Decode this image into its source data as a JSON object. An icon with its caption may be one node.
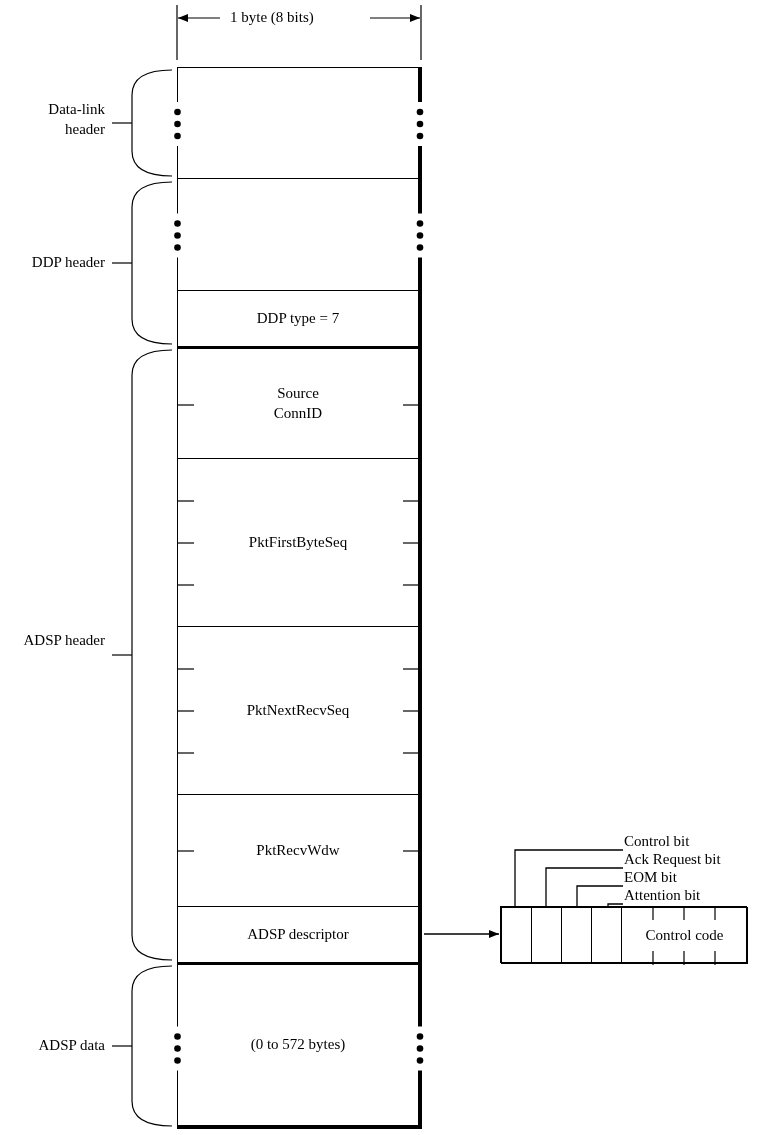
{
  "diagram": {
    "nodes": [
      {
        "text": [],
        "shape": "box"
      },
      {
        "text": [],
        "shape": "box"
      },
      {
        "text": [
          "DDP type = 7"
        ]
      },
      {
        "text": [
          "Source ConnID"
        ]
      },
      {
        "text": [
          "PktFirstByteSeq"
        ]
      },
      {
        "text": [
          "PktNextRecvSeq"
        ]
      },
      {
        "text": [
          "PktRecvWdw"
        ]
      },
      {
        "text": [
          "ADSP descriptor"
        ]
      },
      {
        "text": [
          "(0 to 572 bytes)"
        ]
      },
      {
        "text": [],
        "shape": "box"
      },
      {
        "text": [],
        "shape": "box",
        "in": 9
      },
      {
        "text": [],
        "shape": "box",
        "in": 9
      },
      {
        "text": [],
        "shape": "box",
        "in": 9
      },
      {
        "text": [],
        "shape": "box",
        "in": 9
      },
      {
        "text": [
          "Control code"
        ],
        "in": 9
      },
      {
        "text": [
          "Control bit"
        ]
      },
      {
        "text": [
          "Ack Request bit"
        ]
      },
      {
        "text": [
          "EOM bit"
        ]
      },
      {
        "text": [
          "Attention bit"
        ]
      }
    ],
    "edges": [
      {
        "from": 7,
        "to": 9,
        "arrow": "to"
      },
      {
        "from": 15,
        "to": 10,
        "arrow": "none"
      },
      {
        "from": 16,
        "to": 11,
        "arrow": "none"
      },
      {
        "from": 17,
        "to": 12,
        "arrow": "none"
      },
      {
        "from": 18,
        "to": 13,
        "arrow": "none"
      }
    ],
    "labels": [
      "1 byte (8 bits)",
      "Data-link header",
      "DDP header",
      "ADSP header",
      "ADSP data"
    ]
  }
}
